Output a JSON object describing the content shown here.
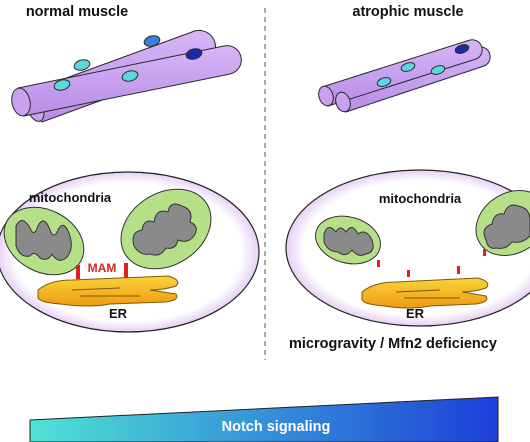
{
  "titles": {
    "left": "normal muscle",
    "right": "atrophic muscle"
  },
  "labels": {
    "left_mito": "mitochondria",
    "right_mito": "mitochondria",
    "mam": "MAM",
    "left_er": "ER",
    "right_er": "ER",
    "condition": "microgravity / Mfn2 deficiency"
  },
  "gradient_bar": {
    "label": "Notch signaling",
    "color_start": "#4fe3d6",
    "color_end": "#1c3fd9"
  },
  "colors": {
    "fiber": "#c9a2ef",
    "fiber_stroke": "#2a2a2a",
    "nucleus_light": "#5ed6e0",
    "nucleus_mid": "#3a7fe0",
    "nucleus_dark": "#1a2bb0",
    "mito_outer": "#b5e088",
    "mito_inner": "#8a8a8a",
    "er": "#f2b618",
    "mam": "#e02020",
    "cell_glow": "#c28be9"
  }
}
